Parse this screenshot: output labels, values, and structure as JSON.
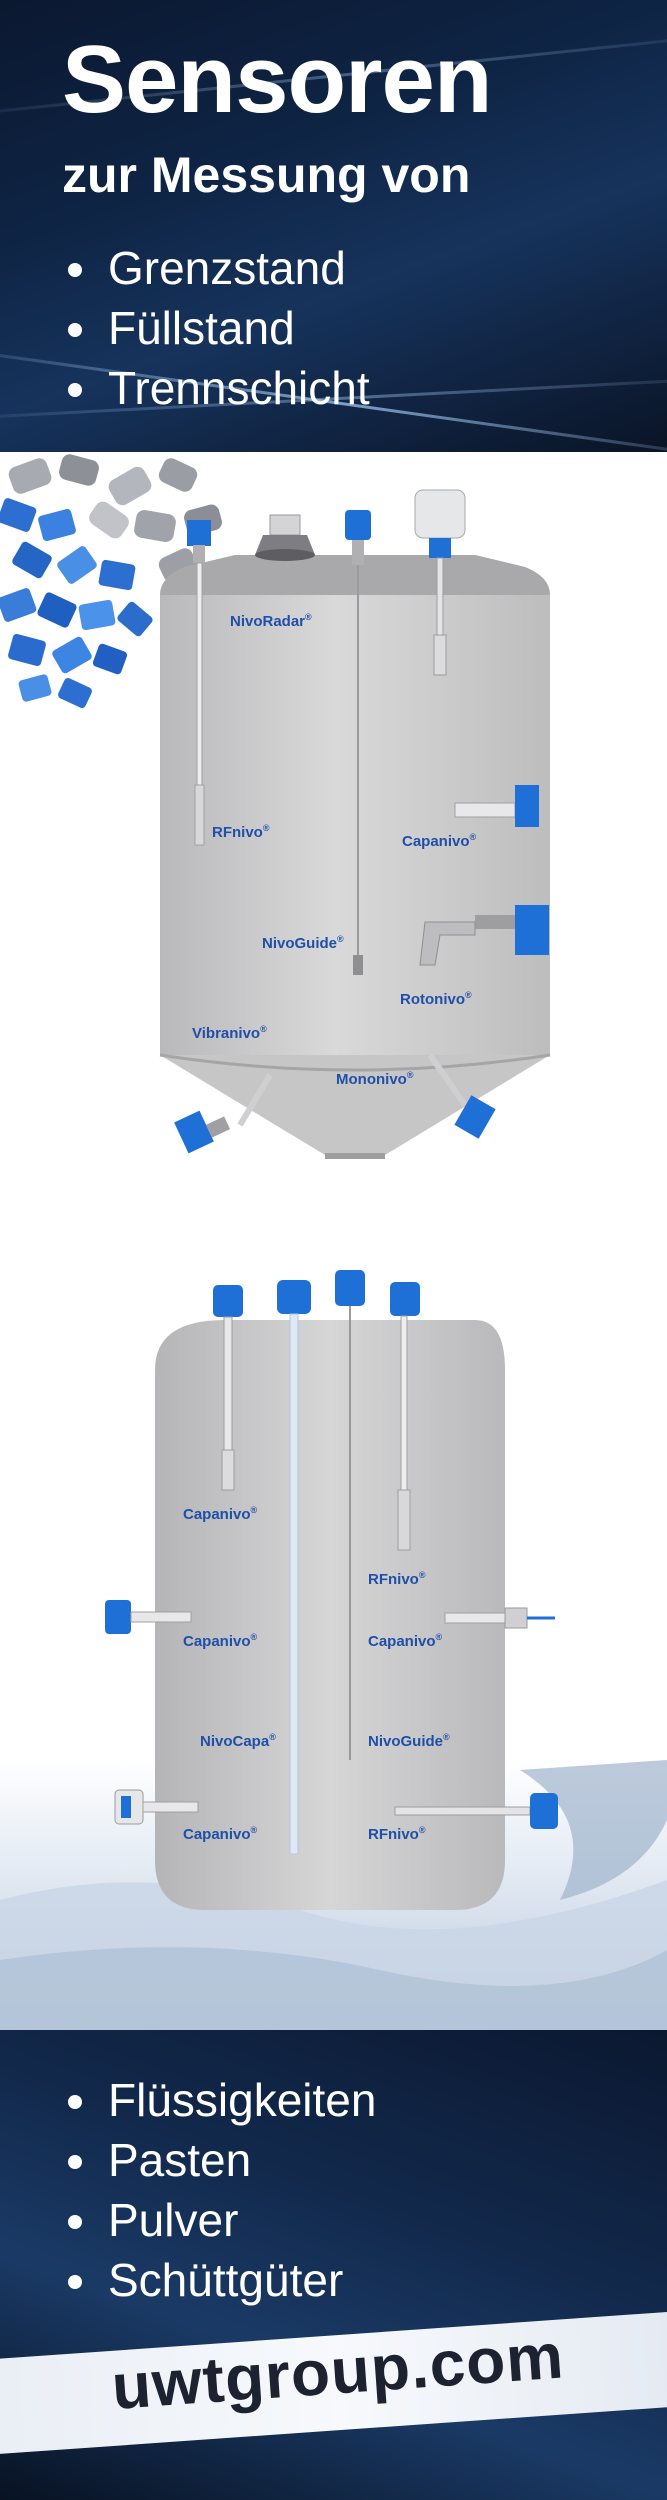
{
  "header": {
    "title": "Sensoren",
    "subtitle": "zur Messung von",
    "measurements": [
      "Grenzstand",
      "Füllstand",
      "Trennschicht"
    ]
  },
  "tank1": {
    "labels": {
      "nivoradar": "NivoRadar",
      "rfnivo": "RFnivo",
      "capanivo": "Capanivo",
      "nivoguide": "NivoGuide",
      "rotonivo": "Rotonivo",
      "vibranivo": "Vibranivo",
      "mononivo": "Mononivo"
    }
  },
  "tank2": {
    "labels": {
      "capanivo_top": "Capanivo",
      "rfnivo_top": "RFnivo",
      "capanivo_left": "Capanivo",
      "capanivo_right": "Capanivo",
      "nivocapa": "NivoCapa",
      "nivoguide": "NivoGuide",
      "capanivo_bottom": "Capanivo",
      "rfnivo_bottom": "RFnivo"
    }
  },
  "footer": {
    "media": [
      "Flüssigkeiten",
      "Pasten",
      "Pulver",
      "Schüttgüter"
    ],
    "website": "uwtgroup.com"
  },
  "registered_mark": "®",
  "colors": {
    "brand_blue": "#1f4fa8",
    "sensor_blue": "#1e6fd6",
    "dark_background": "#0e2444",
    "tank_grey": "#c9c9ca"
  }
}
